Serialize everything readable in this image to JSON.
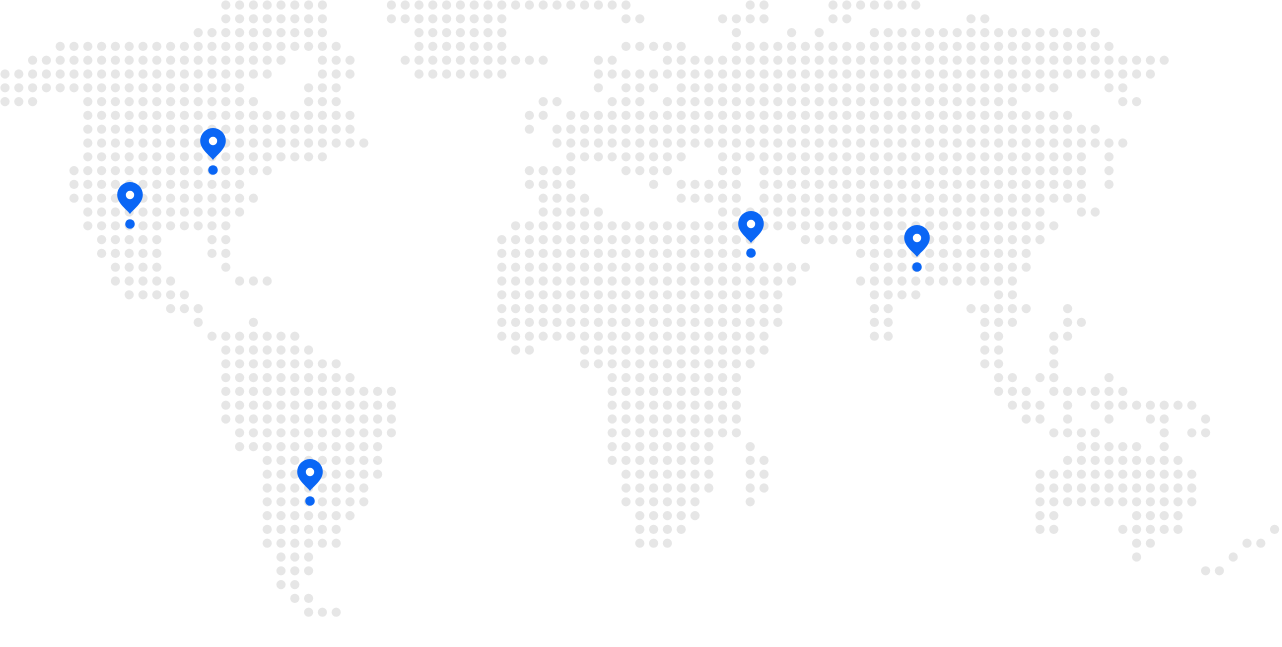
{
  "map": {
    "style": "dotted-world-map",
    "colors": {
      "background": "#ffffff",
      "land_dot": "#e6e6e6",
      "pin": "#0a66f5",
      "pin_eye": "#ffffff"
    },
    "pin_icon": "map-marker-icon",
    "locations": [
      {
        "id": "pin-north-america-east"
      },
      {
        "id": "pin-north-america-west"
      },
      {
        "id": "pin-south-america"
      },
      {
        "id": "pin-middle-east"
      },
      {
        "id": "pin-south-asia"
      }
    ]
  }
}
